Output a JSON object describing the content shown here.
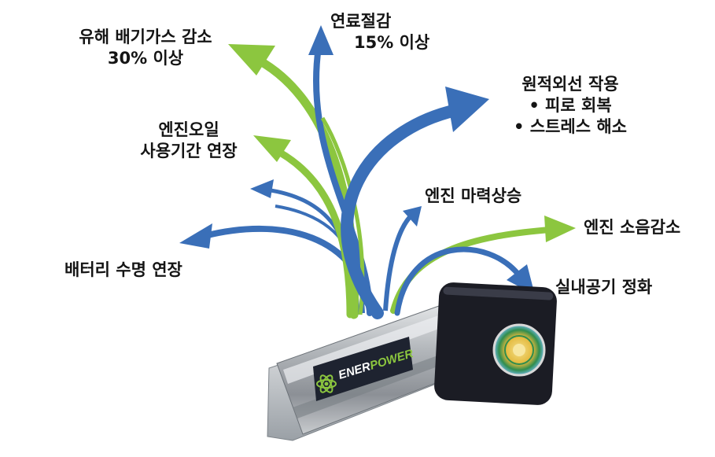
{
  "colors": {
    "arrow_blue": "#3A6FB8",
    "arrow_green": "#8CC63F",
    "device_cap": "#1B1C24",
    "device_body": "#B9BCC0"
  },
  "benefits": {
    "exhaust": {
      "line1": "유해 배기가스 감소",
      "line2": "30% 이상",
      "arrow_color": "green"
    },
    "fuel": {
      "line1": "연료절감",
      "line2": "15% 이상",
      "arrow_color": "blue"
    },
    "infrared": {
      "line1": "원적외선 작용",
      "line2": "• 피로 회복",
      "line3": "• 스트레스 해소",
      "arrow_color": "blue"
    },
    "engine_oil": {
      "line1": "엔진오일",
      "line2": "사용기간 연장",
      "arrow_color": "green"
    },
    "horsepower": {
      "line1": "엔진 마력상승",
      "arrow_color": "blue"
    },
    "noise": {
      "line1": "엔진 소음감소",
      "arrow_color": "green"
    },
    "battery": {
      "line1": "배터리 수명 연장",
      "arrow_color": "blue"
    },
    "air": {
      "line1": "실내공기 정화",
      "arrow_color": "blue"
    }
  },
  "device": {
    "brand_left": "ENER",
    "brand_right": "POWER"
  }
}
